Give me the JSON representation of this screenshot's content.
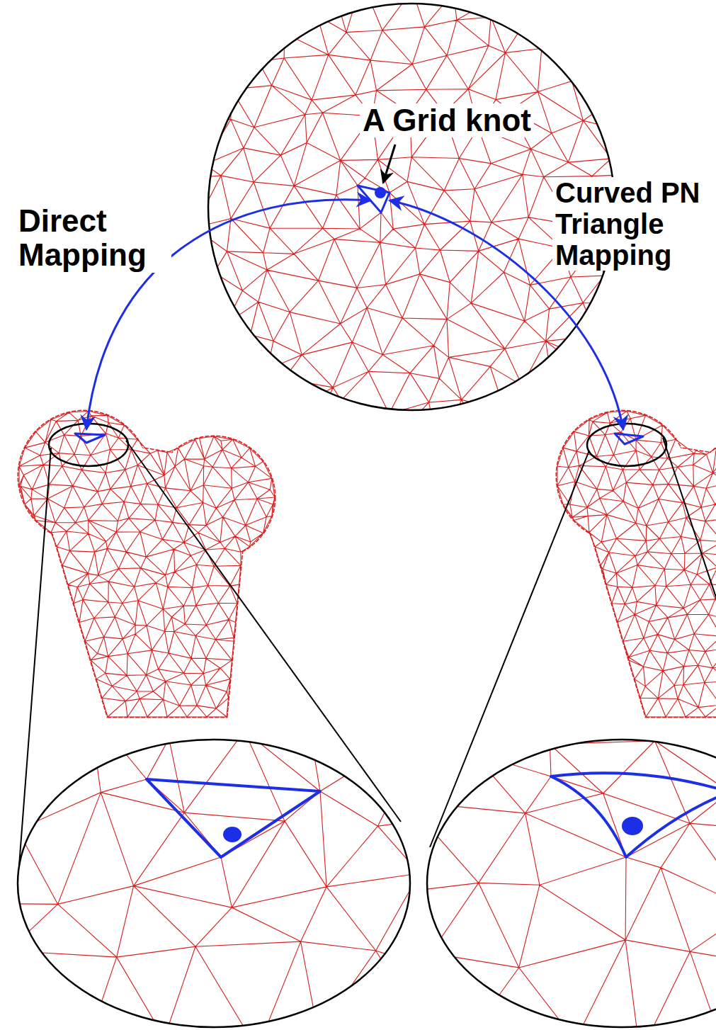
{
  "diagram": {
    "labels": [
      "A Grid knot",
      "Direct Mapping",
      "Curved PN Triangle Mapping"
    ]
  }
}
